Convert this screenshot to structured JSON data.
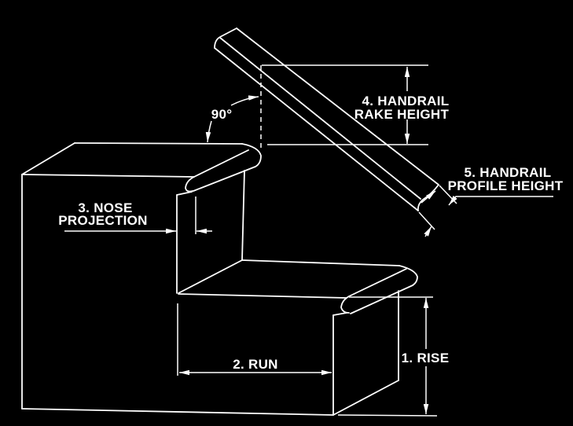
{
  "diagram": {
    "title_hint": "stair and handrail dimension diagram",
    "background_color": "#000000",
    "line_color": "#ffffff",
    "labels": {
      "angle": "90°",
      "rise": "1. RISE",
      "run": "2. RUN",
      "nose_projection": [
        "3. NOSE",
        "PROJECTION"
      ],
      "handrail_rake_height": [
        "4. HANDRAIL",
        "RAKE HEIGHT"
      ],
      "handrail_profile_height": [
        "5. HANDRAIL",
        "PROFILE HEIGHT"
      ]
    }
  }
}
